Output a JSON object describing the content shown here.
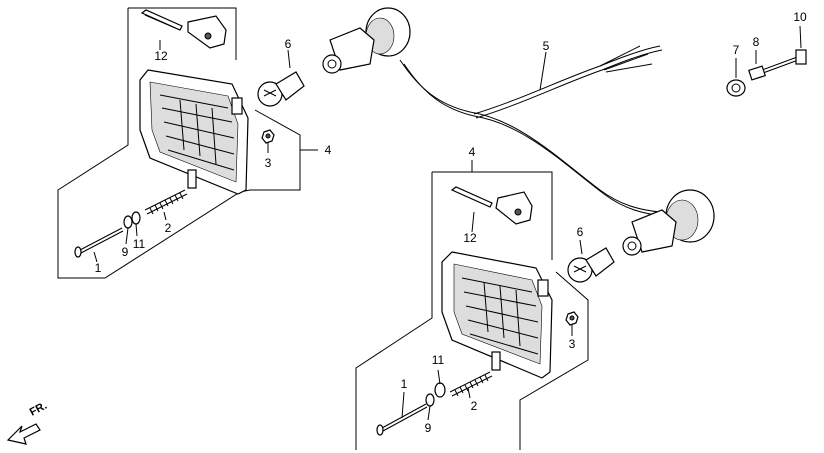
{
  "diagram": {
    "callouts": {
      "c1a": "1",
      "c2a": "2",
      "c3a": "3",
      "c4a": "4",
      "c5": "5",
      "c6a": "6",
      "c7": "7",
      "c8": "8",
      "c9a": "9",
      "c10": "10",
      "c11a": "11",
      "c12a": "12",
      "c1b": "1",
      "c2b": "2",
      "c3b": "3",
      "c4b": "4",
      "c6b": "6",
      "c9b": "9",
      "c11b": "11",
      "c12b": "12"
    },
    "direction_label": "FR."
  }
}
